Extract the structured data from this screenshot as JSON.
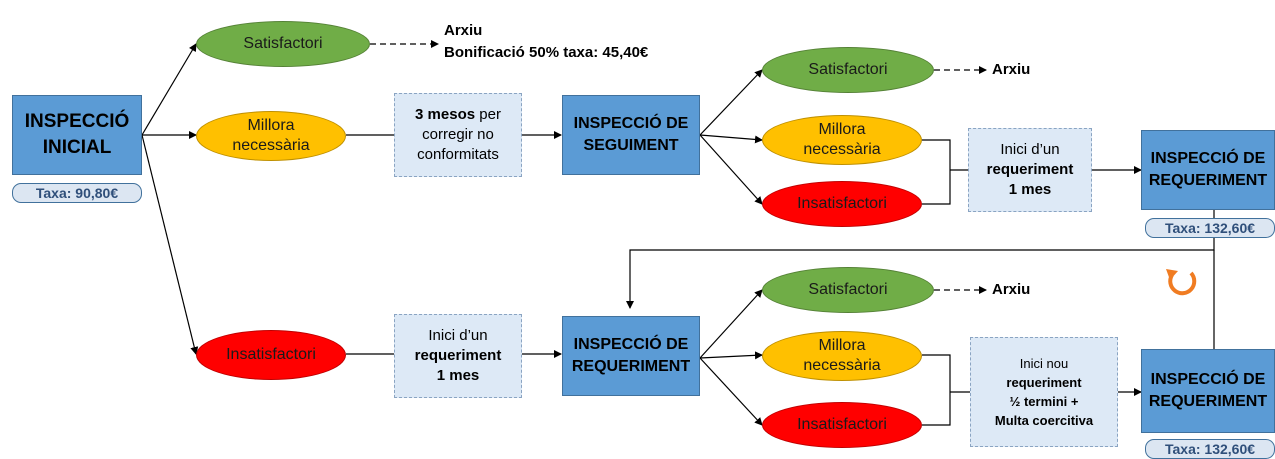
{
  "nodes": {
    "insp_inicial": "INSPECCIÓ INICIAL",
    "insp_seguiment": "INSPECCIÓ DE SEGUIMENT",
    "insp_req_mid": "INSPECCIÓ DE REQUERIMENT",
    "insp_req_top_right": "INSPECCIÓ DE REQUERIMENT",
    "insp_req_bottom_right": "INSPECCIÓ DE REQUERIMENT"
  },
  "outcomes": {
    "satisfactori": "Satisfactori",
    "millora": "Millora necessària",
    "insatisfactori": "Insatisfactori"
  },
  "notes": {
    "three_months_bold": "3 mesos",
    "three_months_rest": "per corregir no conformitats",
    "inici_un": "Inici d’un",
    "requeriment": "requeriment",
    "un_mes": "1 mes",
    "inici_nou": "Inici nou",
    "mig_termini": "½ termini +",
    "multa": "Multa coercitiva"
  },
  "end_labels": {
    "arxiu": "Arxiu",
    "bonificacio": "Bonificació 50% taxa: 45,40€"
  },
  "fees": {
    "inicial": "Taxa: 90,80€",
    "top_right": "Taxa: 132,60€",
    "bottom_right": "Taxa: 132,60€"
  },
  "icons": {
    "repeat": "circular-arrow-icon"
  },
  "colors": {
    "box": "#5b9bd5",
    "green": "#70ad47",
    "yellow": "#ffc000",
    "red": "#ff0000",
    "note": "#dde9f6"
  }
}
